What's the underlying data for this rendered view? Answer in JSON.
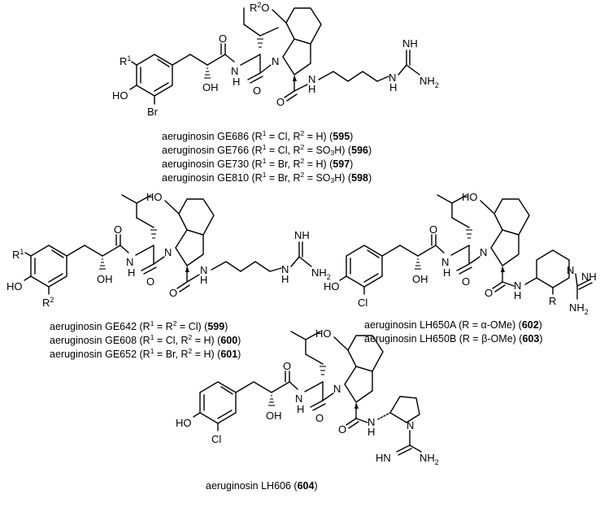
{
  "atoms": {
    "r1": "R",
    "r2": "R",
    "r2_label_prefix": "R",
    "o": "O",
    "oh": "OH",
    "ho": "HO",
    "n": "N",
    "h": "H",
    "nh": "NH",
    "nh2": "NH",
    "br": "Br",
    "cl": "Cl",
    "r": "R",
    "hn": "HN",
    "one": "1",
    "two": "2"
  },
  "captions": {
    "c595": {
      "name": "aeruginosin GE686",
      "r1": "Cl",
      "r2": "H",
      "id": "595"
    },
    "c596": {
      "name": "aeruginosin GE766",
      "r1": "Cl",
      "r2": "SO",
      "r2b": "H",
      "id": "596"
    },
    "c597": {
      "name": "aeruginosin GE730",
      "r1": "Br",
      "r2": "H",
      "id": "597"
    },
    "c598": {
      "name": "aeruginosin GE810",
      "r1": "Br",
      "r2": "SO",
      "r2b": "H",
      "id": "598"
    },
    "c599": {
      "name": "aeruginosin GE642",
      "text": "Cl",
      "id": "599"
    },
    "c600": {
      "name": "aeruginosin GE608",
      "r1": "Cl",
      "r2": "H",
      "id": "600"
    },
    "c601": {
      "name": "aeruginosin GE652",
      "r1": "Br",
      "r2": "H",
      "id": "601"
    },
    "c602": {
      "name": "aeruginosin LH650A",
      "r": "α-OMe",
      "id": "602"
    },
    "c603": {
      "name": "aeruginosin LH650B",
      "r": "β-OMe",
      "id": "603"
    },
    "c604": {
      "name": "aeruginosin LH606",
      "id": "604"
    }
  }
}
